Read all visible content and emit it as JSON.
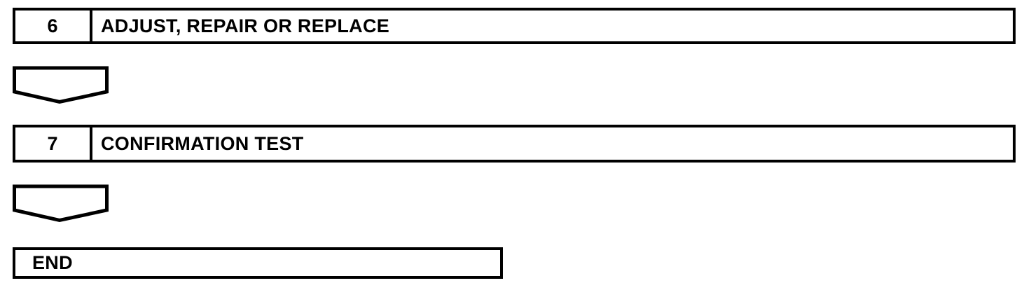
{
  "flowchart": {
    "steps": [
      {
        "number": "6",
        "label": "ADJUST, REPAIR OR REPLACE"
      },
      {
        "number": "7",
        "label": "CONFIRMATION TEST"
      }
    ],
    "end_label": "END",
    "connector_shape": "down-chevron-pentagon",
    "colors": {
      "line": "#000000",
      "background": "#ffffff"
    }
  }
}
